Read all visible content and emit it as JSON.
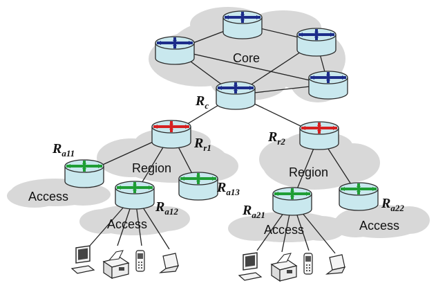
{
  "colors": {
    "cloud": "#d8d8d8",
    "router_body": "#c9e8ee",
    "router_stroke": "#2a2a2a",
    "core_cross": "#1d2d8a",
    "region_cross": "#d62020",
    "access_cross": "#1f9e35",
    "link": "#222222"
  },
  "labels": {
    "core": "Core",
    "region_left": "Region",
    "region_right": "Region",
    "access_left": "Access",
    "access_mid_left": "Access",
    "access_mid_right": "Access",
    "access_right": "Access"
  },
  "routers": [
    {
      "id": "core-top",
      "tier": "core",
      "label": "",
      "sub": ""
    },
    {
      "id": "core-left",
      "tier": "core",
      "label": "",
      "sub": ""
    },
    {
      "id": "core-right-top",
      "tier": "core",
      "label": "",
      "sub": ""
    },
    {
      "id": "core-right-bottom",
      "tier": "core",
      "label": "",
      "sub": ""
    },
    {
      "id": "core-center",
      "tier": "core",
      "label": "R",
      "sub": "c"
    },
    {
      "id": "region-1",
      "tier": "region",
      "label": "R",
      "sub": "r1"
    },
    {
      "id": "region-2",
      "tier": "region",
      "label": "R",
      "sub": "r2"
    },
    {
      "id": "access-11",
      "tier": "access",
      "label": "R",
      "sub": "a11"
    },
    {
      "id": "access-12",
      "tier": "access",
      "label": "R",
      "sub": "a12"
    },
    {
      "id": "access-13",
      "tier": "access",
      "label": "R",
      "sub": "a13"
    },
    {
      "id": "access-21",
      "tier": "access",
      "label": "R",
      "sub": "a21"
    },
    {
      "id": "access-22",
      "tier": "access",
      "label": "R",
      "sub": "a22"
    }
  ],
  "device_icons": [
    "monitor-icon",
    "printer-icon",
    "phone-icon",
    "laptop-icon"
  ]
}
